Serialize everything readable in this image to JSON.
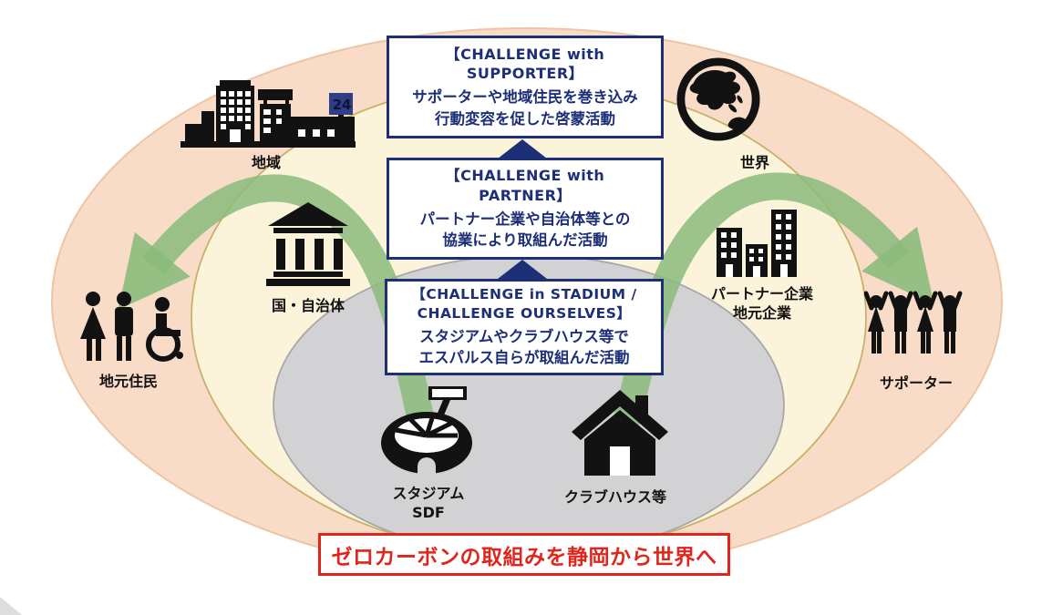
{
  "challenge_boxes": [
    {
      "title_lines": [
        "【CHALLENGE with",
        "SUPPORTER】"
      ],
      "body_lines": [
        "サポーターや地域住民を巻き込み",
        "行動変容を促した啓蒙活動"
      ]
    },
    {
      "title_lines": [
        "【CHALLENGE with",
        "PARTNER】"
      ],
      "body_lines": [
        "パートナー企業や自治体等との",
        "協業により取組んだ活動"
      ]
    },
    {
      "title_lines": [
        "【CHALLENGE in STADIUM /",
        "CHALLENGE OURSELVES】"
      ],
      "body_lines": [
        "スタジアムやクラブハウス等で",
        "エスパルス自らが取組んだ活動"
      ]
    }
  ],
  "entities": {
    "region": {
      "label": "地域",
      "icon": "city-buildings-icon",
      "sign": "24"
    },
    "world": {
      "label": "世界",
      "icon": "globe-icon"
    },
    "government": {
      "label": "国・自治体",
      "icon": "bank-icon"
    },
    "partners": {
      "label_lines": [
        "パートナー企業",
        "地元企業"
      ],
      "icon": "office-towers-icon"
    },
    "residents": {
      "label": "地元住民",
      "icon": "people-wheelchair-icon"
    },
    "supporters": {
      "label": "サポーター",
      "icon": "cheering-people-icon"
    },
    "stadium": {
      "label_lines": [
        "スタジアム",
        "SDF"
      ],
      "icon": "stadium-icon"
    },
    "clubhouse": {
      "label": "クラブハウス等",
      "icon": "house-icon"
    }
  },
  "banner": {
    "text": "ゼロカーボンの取組みを静岡から世界へ"
  },
  "colors": {
    "navy": "#1c2f77",
    "red": "#e0251c",
    "green_arrow": "#8bbb7b",
    "outer_ellipse_fill": "#f8dcc8",
    "outer_ellipse_stroke": "#edc5a3",
    "middle_ellipse_fill": "#fcf4da",
    "middle_ellipse_stroke": "#c9b06a",
    "inner_ellipse_fill": "#d2d2d4",
    "inner_ellipse_stroke": "#a8a8aa",
    "icon_black": "#121212"
  }
}
